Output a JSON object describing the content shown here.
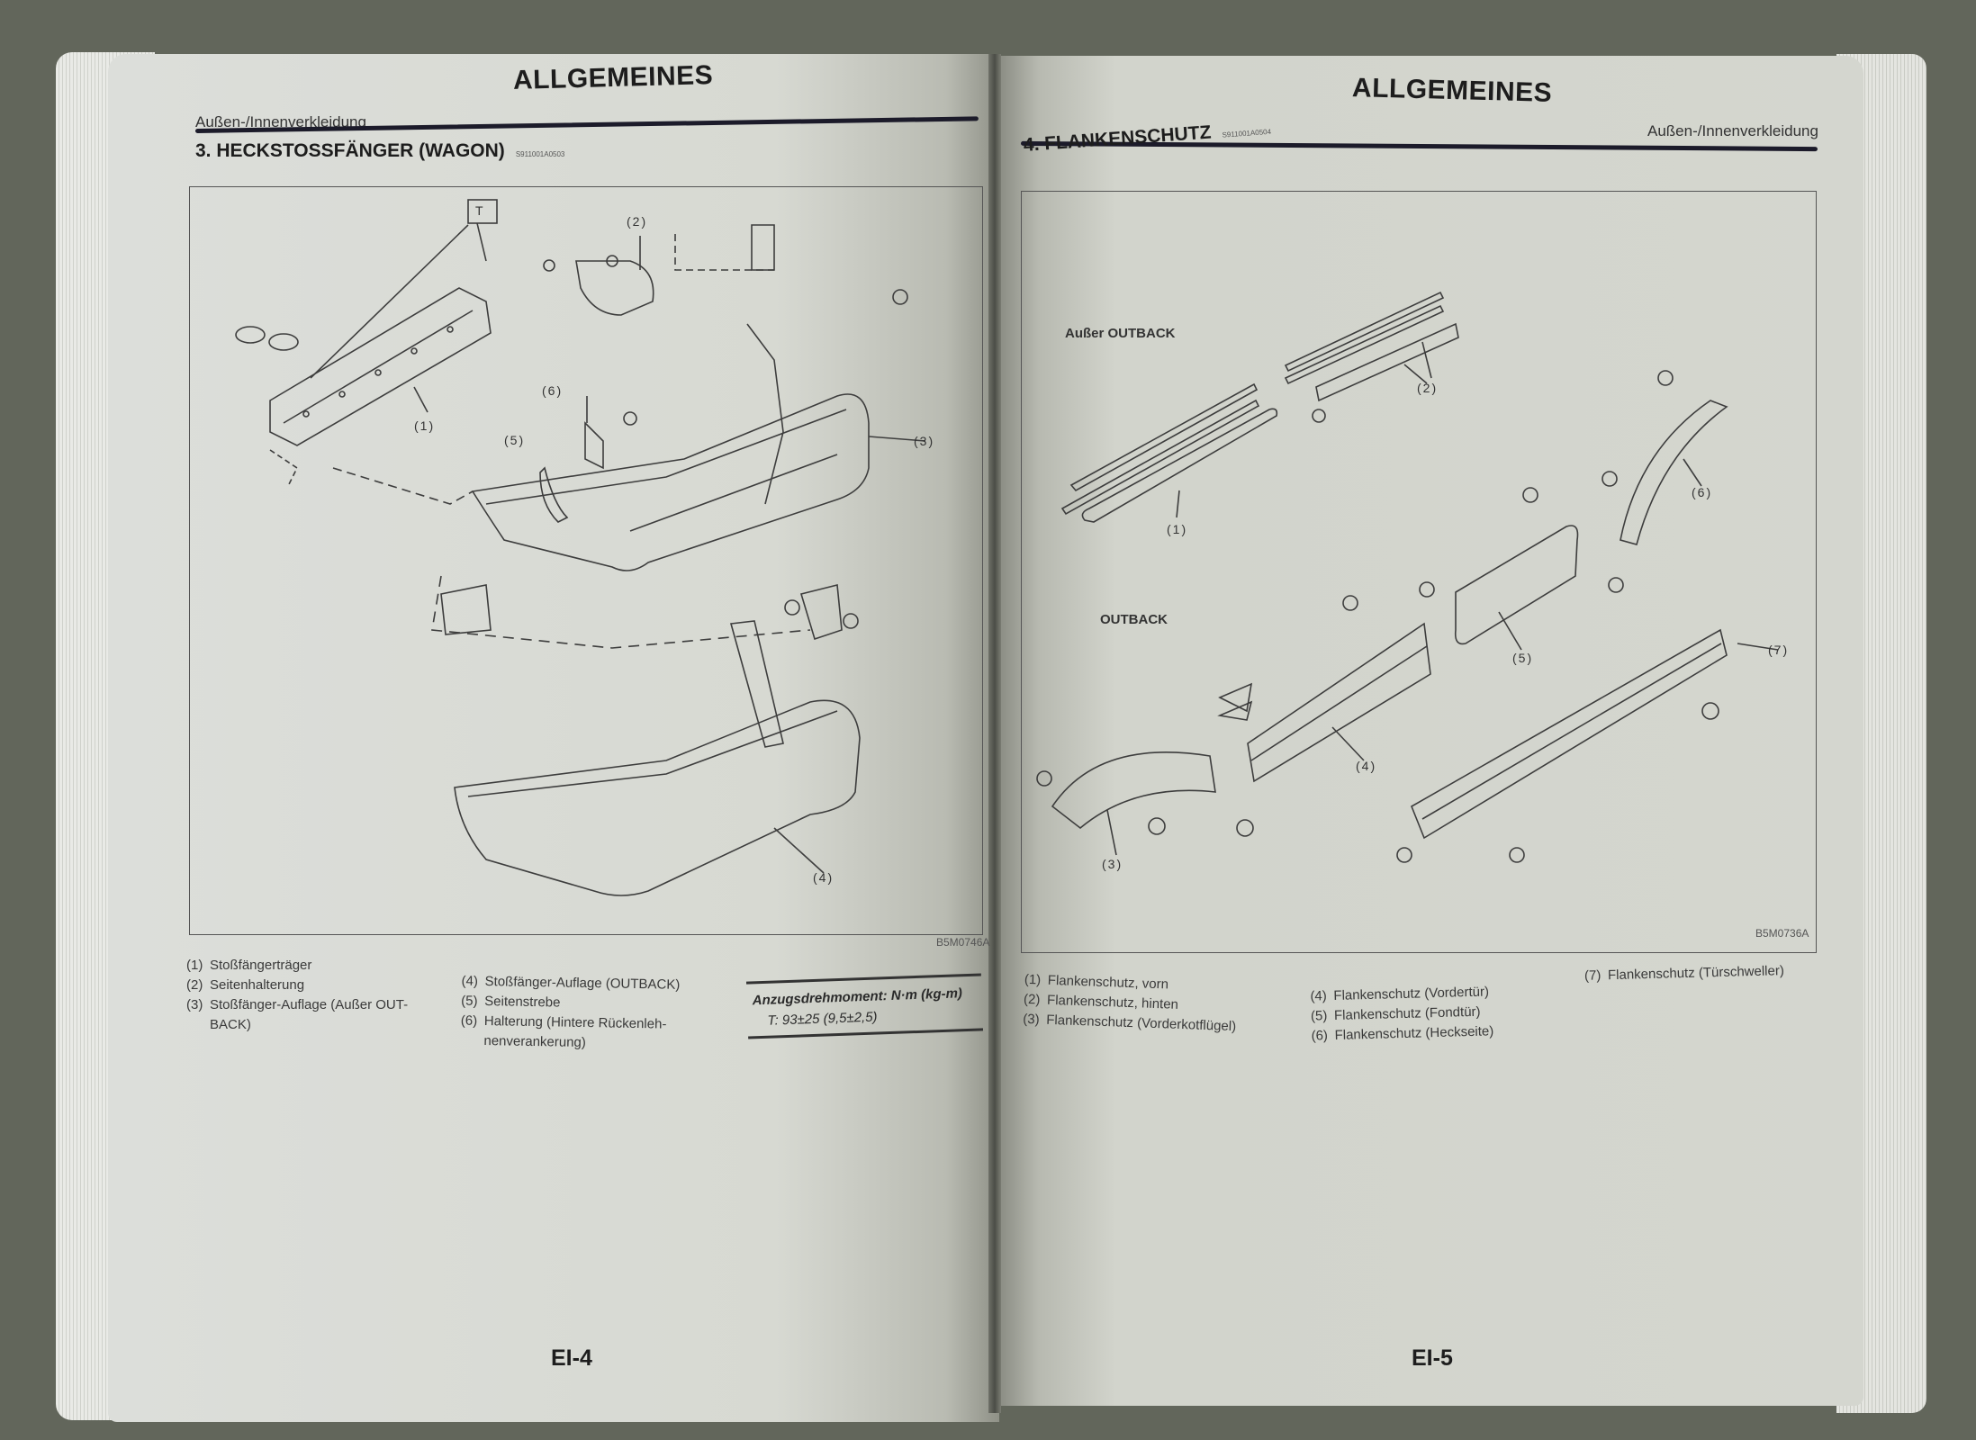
{
  "left_page": {
    "header_title": "ALLGEMEINES",
    "section": "Außen-/Innenverkleidung",
    "heading": "3. HECKSTOSSFÄNGER (WAGON)",
    "heading_code": "S911001A0503",
    "figure": {
      "code": "B5M0746A",
      "callouts": {
        "c1": "(1)",
        "c2": "(2)",
        "c3": "(3)",
        "c4": "(4)",
        "c5": "(5)",
        "c6": "(6)",
        "t": "T"
      }
    },
    "legend": [
      {
        "num": "(1)",
        "text": "Stoßfängerträger"
      },
      {
        "num": "(2)",
        "text": "Seitenhalterung"
      },
      {
        "num": "(3)",
        "text": "Stoßfänger-Auflage (Außer OUT-BACK)"
      },
      {
        "num": "(4)",
        "text": "Stoßfänger-Auflage (OUTBACK)"
      },
      {
        "num": "(5)",
        "text": "Seitenstrebe"
      },
      {
        "num": "(6)",
        "text": "Halterung (Hintere Rückenleh-nenverankerung)"
      }
    ],
    "torque": {
      "label": "Anzugsdrehmoment: N·m (kg-m)",
      "value": "T: 93±25 (9,5±2,5)"
    },
    "page_number": "EI-4"
  },
  "right_page": {
    "header_title": "ALLGEMEINES",
    "section": "Außen-/Innenverkleidung",
    "heading": "4. FLANKENSCHUTZ",
    "heading_code": "S911001A0504",
    "figure": {
      "code": "B5M0736A",
      "variant_labels": {
        "non_outback": "Außer OUTBACK",
        "outback": "OUTBACK"
      },
      "callouts": {
        "c1": "(1)",
        "c2": "(2)",
        "c3": "(3)",
        "c4": "(4)",
        "c5": "(5)",
        "c6": "(6)",
        "c7": "(7)"
      }
    },
    "legend": [
      {
        "num": "(1)",
        "text": "Flankenschutz, vorn"
      },
      {
        "num": "(2)",
        "text": "Flankenschutz, hinten"
      },
      {
        "num": "(3)",
        "text": "Flankenschutz (Vorderkotflügel)"
      },
      {
        "num": "(4)",
        "text": "Flankenschutz (Vordertür)"
      },
      {
        "num": "(5)",
        "text": "Flankenschutz (Fondtür)"
      },
      {
        "num": "(6)",
        "text": "Flankenschutz (Heckseite)"
      },
      {
        "num": "(7)",
        "text": "Flankenschutz (Türschweller)"
      }
    ],
    "page_number": "EI-5"
  }
}
